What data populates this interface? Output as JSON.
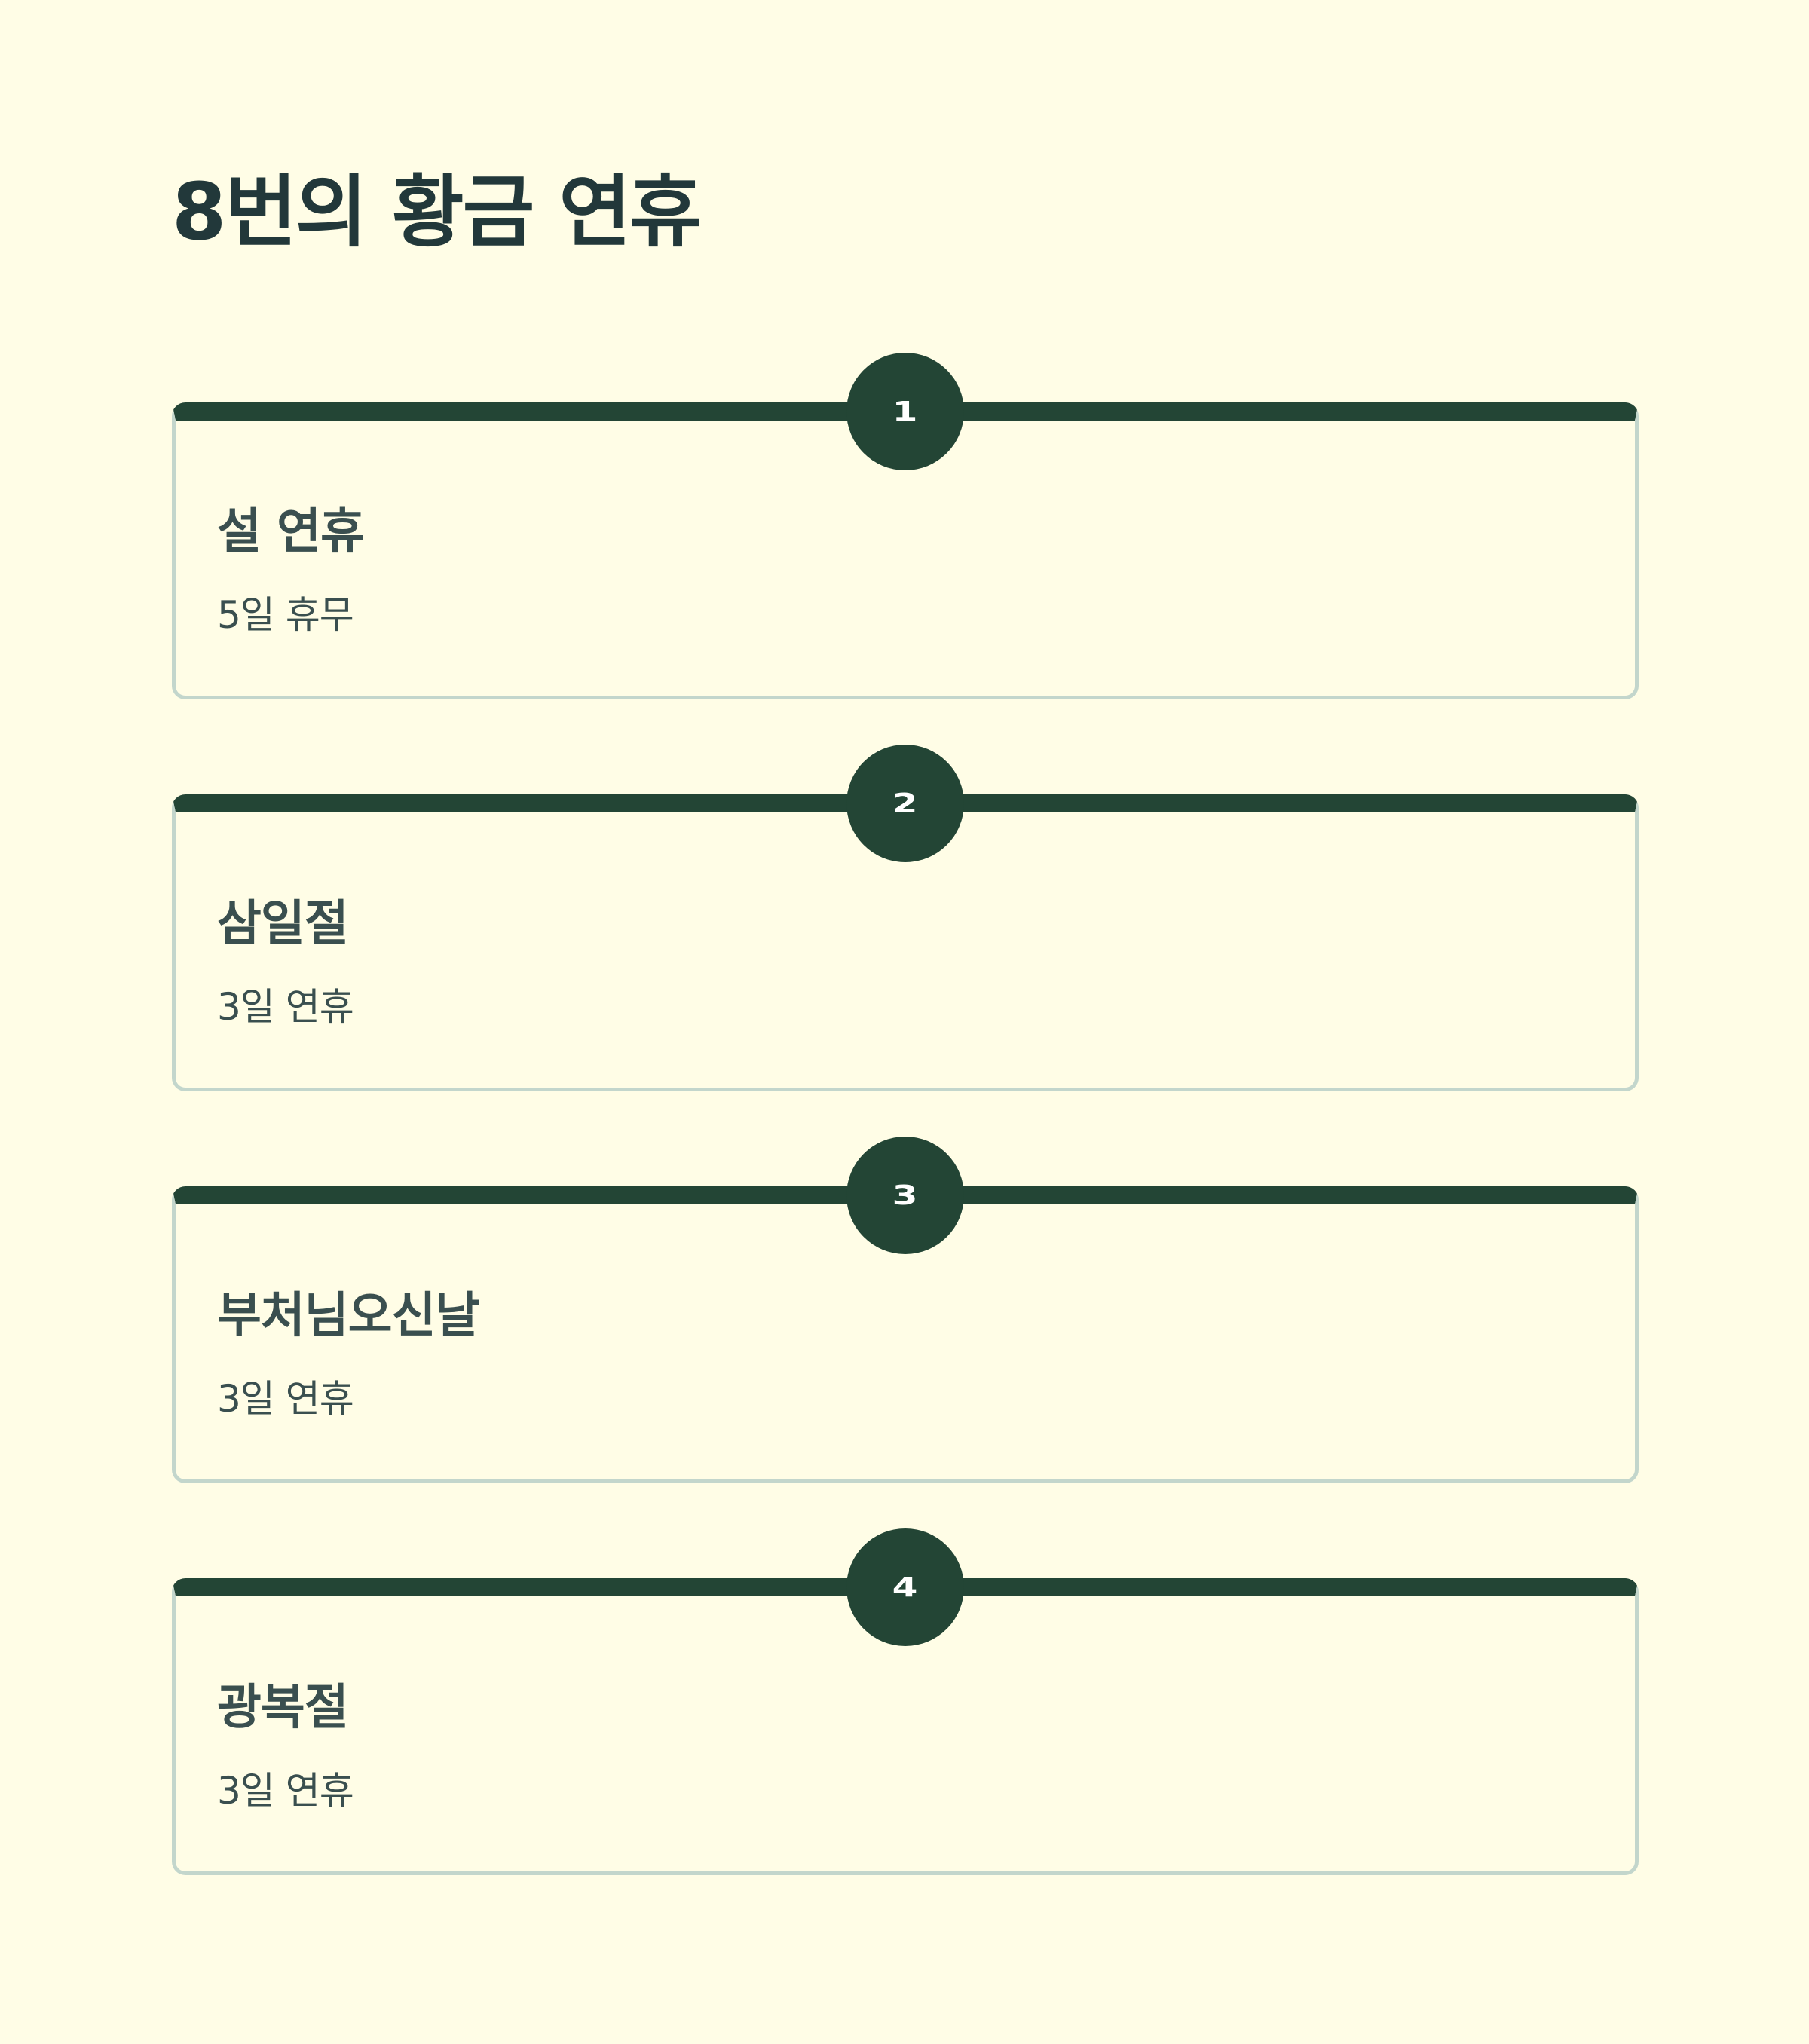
{
  "page": {
    "title": "8번의 황금 연휴",
    "colors": {
      "background": "#fffde6",
      "accent": "#234535",
      "title_text": "#22383a",
      "card_text": "#3a4f4f",
      "card_border": "#c3d6cc",
      "badge_text": "#ffffff"
    }
  },
  "holidays": [
    {
      "number": "1",
      "name": "설 연휴",
      "duration": "5일 휴무"
    },
    {
      "number": "2",
      "name": "삼일절",
      "duration": "3일 연휴"
    },
    {
      "number": "3",
      "name": "부처님오신날",
      "duration": "3일 연휴"
    },
    {
      "number": "4",
      "name": "광복절",
      "duration": "3일 연휴"
    }
  ]
}
